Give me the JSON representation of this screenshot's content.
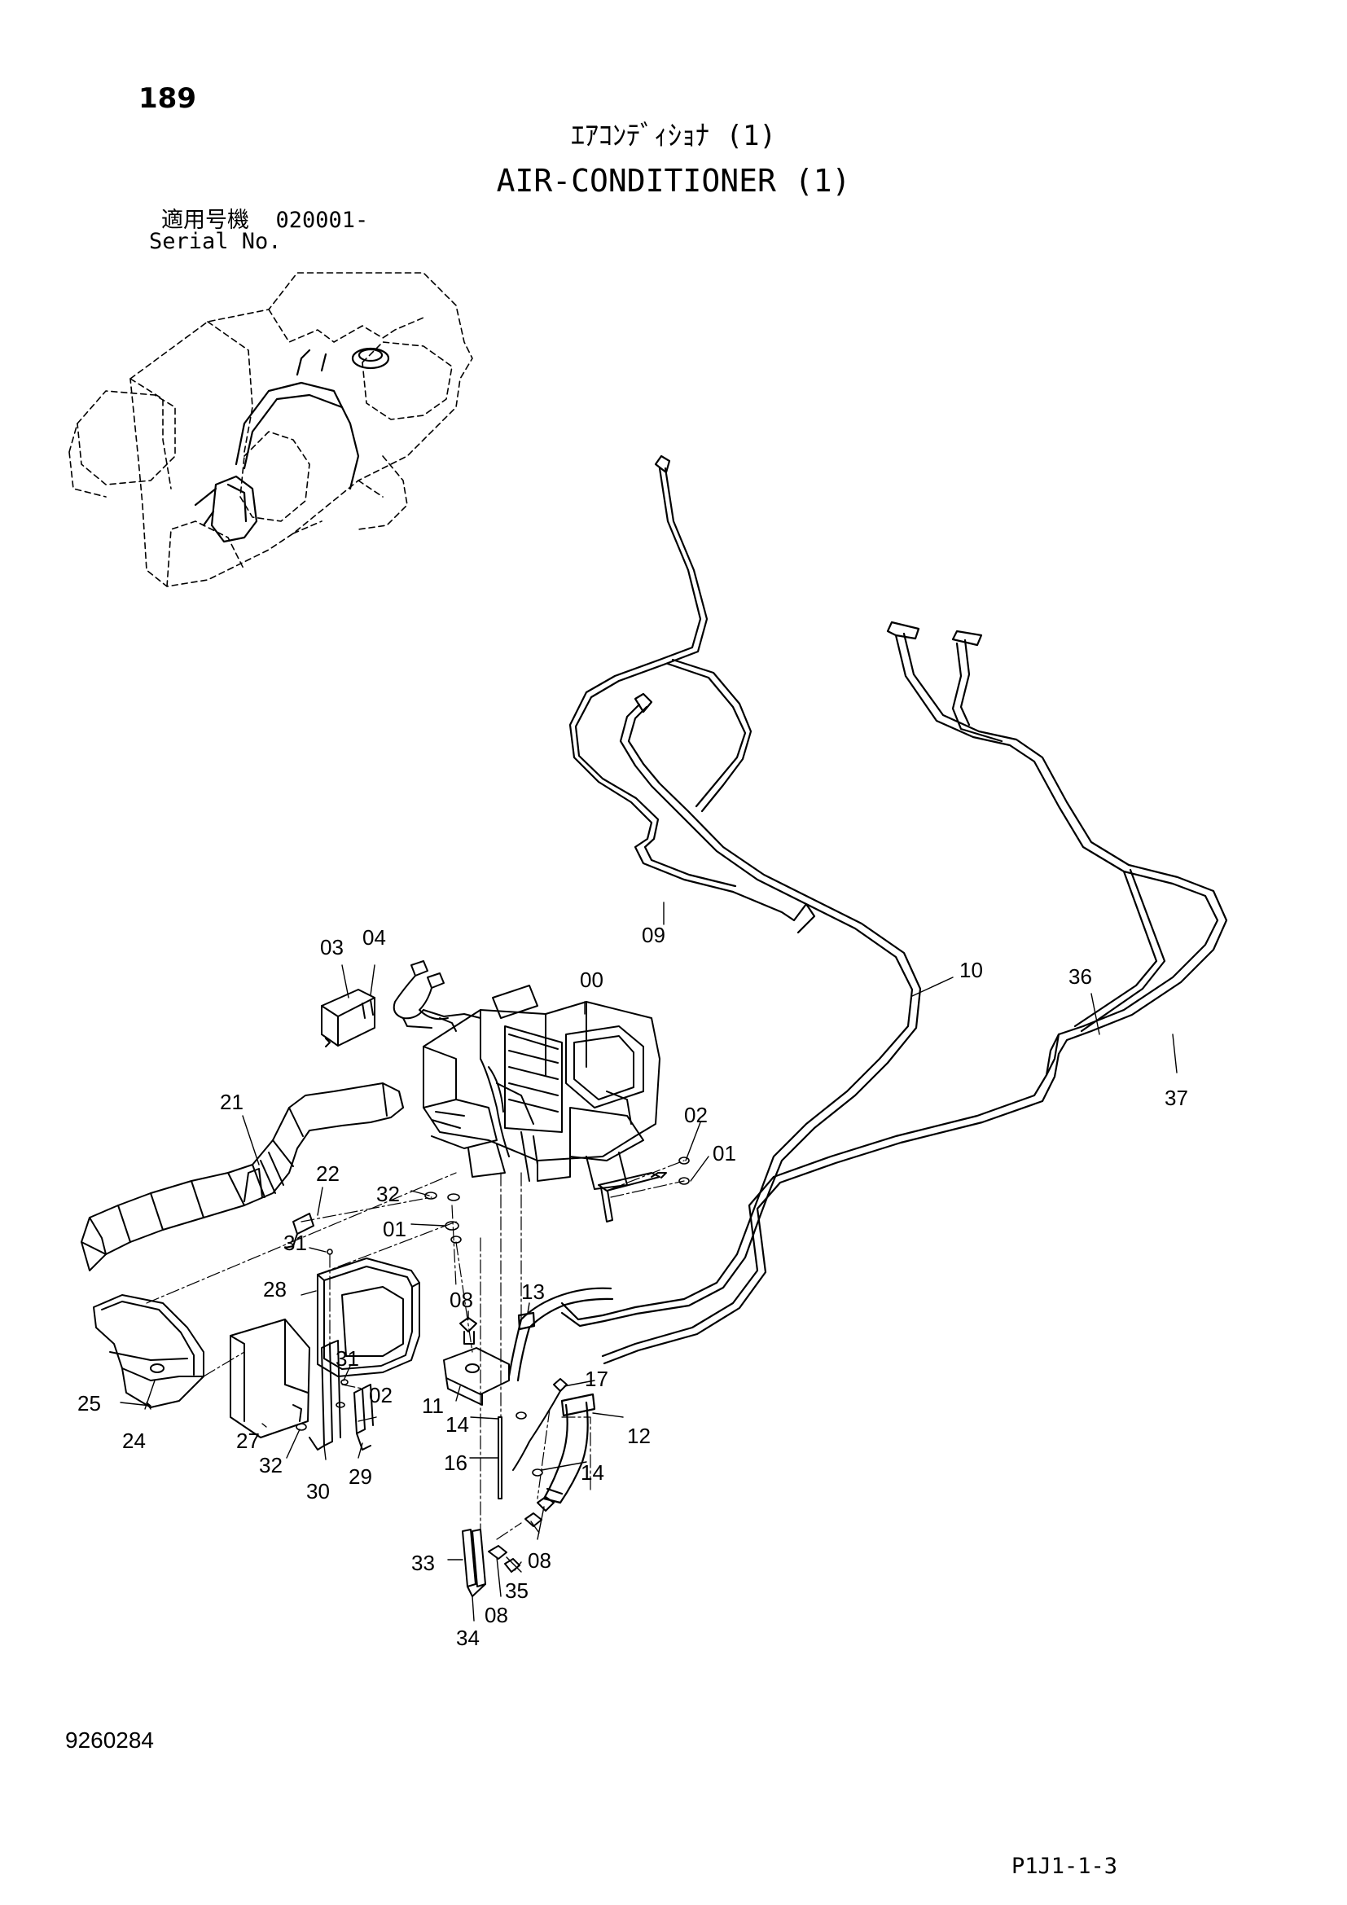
{
  "header": {
    "page_number": "189",
    "title_jp": "ｴｱｺﾝﾃﾞｨｼｮﾅ (1)",
    "title_en": "AIR-CONDITIONER (1)",
    "serial_label_jp": "適用号機",
    "serial_value": "020001-",
    "serial_label_en": "Serial No."
  },
  "footer": {
    "drawing_number": "9260284",
    "page_code": "P1J1-1-3"
  },
  "callouts": [
    {
      "id": "00",
      "label": "00"
    },
    {
      "id": "01a",
      "label": "01"
    },
    {
      "id": "01b",
      "label": "01"
    },
    {
      "id": "02a",
      "label": "02"
    },
    {
      "id": "02b",
      "label": "02"
    },
    {
      "id": "03",
      "label": "03"
    },
    {
      "id": "04",
      "label": "04"
    },
    {
      "id": "08a",
      "label": "08"
    },
    {
      "id": "08b",
      "label": "08"
    },
    {
      "id": "08c",
      "label": "08"
    },
    {
      "id": "09",
      "label": "09"
    },
    {
      "id": "10",
      "label": "10"
    },
    {
      "id": "11",
      "label": "11"
    },
    {
      "id": "12",
      "label": "12"
    },
    {
      "id": "13",
      "label": "13"
    },
    {
      "id": "14a",
      "label": "14"
    },
    {
      "id": "14b",
      "label": "14"
    },
    {
      "id": "16",
      "label": "16"
    },
    {
      "id": "17",
      "label": "17"
    },
    {
      "id": "21",
      "label": "21"
    },
    {
      "id": "22",
      "label": "22"
    },
    {
      "id": "24",
      "label": "24"
    },
    {
      "id": "25",
      "label": "25"
    },
    {
      "id": "27",
      "label": "27"
    },
    {
      "id": "28",
      "label": "28"
    },
    {
      "id": "29",
      "label": "29"
    },
    {
      "id": "30",
      "label": "30"
    },
    {
      "id": "31a",
      "label": "31"
    },
    {
      "id": "31b",
      "label": "31"
    },
    {
      "id": "32a",
      "label": "32"
    },
    {
      "id": "32b",
      "label": "32"
    },
    {
      "id": "33",
      "label": "33"
    },
    {
      "id": "34",
      "label": "34"
    },
    {
      "id": "35",
      "label": "35"
    },
    {
      "id": "36",
      "label": "36"
    },
    {
      "id": "37",
      "label": "37"
    }
  ]
}
